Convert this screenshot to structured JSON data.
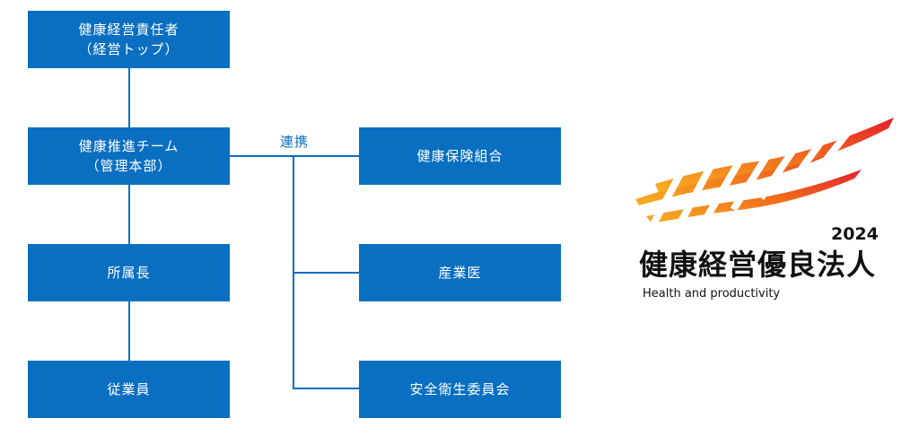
{
  "org_chart": {
    "ceo": {
      "line1": "健康経営責任者",
      "line2": "（経営トップ）"
    },
    "promo_team": {
      "line1": "健康推進チーム",
      "line2": "（管理本部）"
    },
    "dept_head": "所属長",
    "employees": "従業員",
    "link_label": "連携",
    "partners": [
      "健康保険組合",
      "産業医",
      "安全衛生委員会"
    ]
  },
  "logo": {
    "year": "2024",
    "title": "健康経営優良法人",
    "subtitle": "Health and productivity"
  },
  "colors": {
    "box": "#0a6fc0",
    "logo_orange": "#f39a1f",
    "logo_red": "#e6301f"
  }
}
